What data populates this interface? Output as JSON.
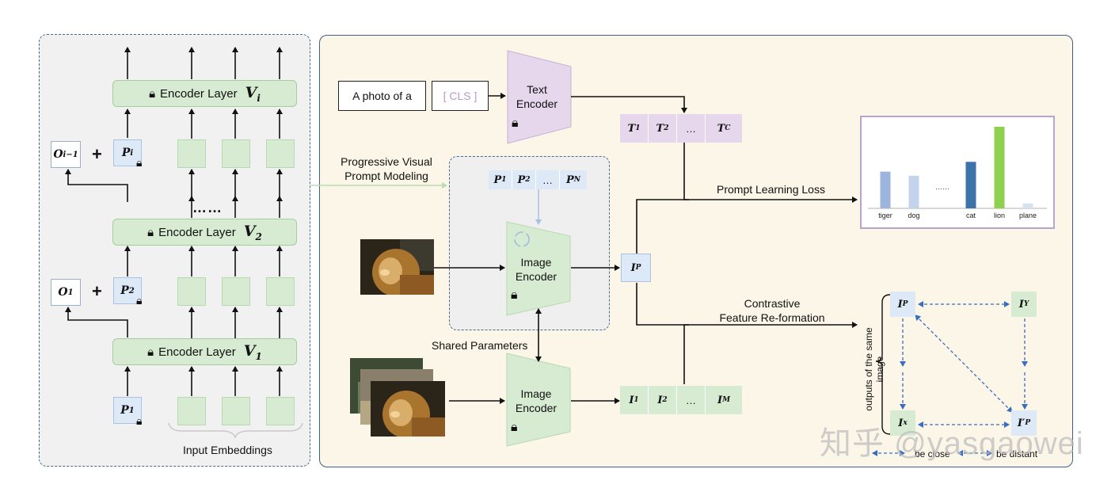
{
  "left_panel": {
    "layers": [
      {
        "label": "Encoder Layer",
        "v": "V",
        "sub": "i"
      },
      {
        "label": "Encoder Layer",
        "v": "V",
        "sub": "2"
      },
      {
        "label": "Encoder Layer",
        "v": "V",
        "sub": "1"
      }
    ],
    "o_labels": [
      {
        "main": "O",
        "sub": "i−1"
      },
      {
        "main": "O",
        "sub": "1"
      }
    ],
    "p_labels": [
      {
        "main": "P",
        "sub": "i"
      },
      {
        "main": "P",
        "sub": "2"
      },
      {
        "main": "P",
        "sub": "1"
      }
    ],
    "plus": "+",
    "ellipsis": "……",
    "input_embeddings_label": "Input Embeddings"
  },
  "right_panel": {
    "text_prompt": "A photo of a",
    "cls_token": "[ CLS ]",
    "text_encoder_label": [
      "Text",
      "Encoder"
    ],
    "image_encoder_label": [
      "Image",
      "Encoder"
    ],
    "progressive_label": [
      "Progressive Visual",
      "Prompt Modeling"
    ],
    "shared_parameters_label": "Shared Parameters",
    "prompt_learning_loss_label": "Prompt Learning Loss",
    "contrastive_label": [
      "Contrastive",
      "Feature Re-formation"
    ],
    "text_features": [
      {
        "main": "T",
        "sub": "1"
      },
      {
        "main": "T",
        "sub": "2"
      },
      {
        "main": "…",
        "sub": ""
      },
      {
        "main": "T",
        "sub": "C"
      }
    ],
    "prompt_tokens": [
      {
        "main": "P",
        "sub": "1"
      },
      {
        "main": "P",
        "sub": "2"
      },
      {
        "main": "…",
        "sub": ""
      },
      {
        "main": "P",
        "sub": "N"
      }
    ],
    "image_features": [
      {
        "main": "I",
        "sub": "1"
      },
      {
        "main": "I",
        "sub": "2"
      },
      {
        "main": "…",
        "sub": ""
      },
      {
        "main": "I",
        "sub": "M"
      }
    ],
    "ip_label": {
      "main": "I",
      "sub": "P"
    },
    "square_labels": {
      "tl": {
        "main": "I",
        "sub": "P"
      },
      "tr": {
        "main": "I",
        "sub": "Y"
      },
      "bl": {
        "main": "I",
        "sub": "x"
      },
      "br": {
        "main": "I′",
        "sub": "P"
      }
    },
    "outputs_label": "outputs of the same image",
    "legend": {
      "close": "be close",
      "distant": "be distant"
    },
    "watermark": "知乎 @yasgaowei"
  },
  "chart_data": {
    "type": "bar",
    "categories": [
      "tiger",
      "dog",
      "……",
      "cat",
      "lion",
      "plane"
    ],
    "values": [
      0.45,
      0.4,
      null,
      0.57,
      1.0,
      0.06
    ],
    "colors": [
      "#9db5dd",
      "#c4d3ec",
      "",
      "#3d73aa",
      "#8fd14f",
      "#d7e2f1"
    ],
    "ylim": [
      0,
      1
    ],
    "grid": false,
    "title": "",
    "xlabel": "",
    "ylabel": ""
  },
  "colors": {
    "green_fill": "#d6ebd2",
    "blue_fill": "#dde9f7",
    "purple_fill": "#e6d7ec",
    "arrow_blue": "#3a6cc0",
    "dashed_border": "#4a6a8a"
  }
}
